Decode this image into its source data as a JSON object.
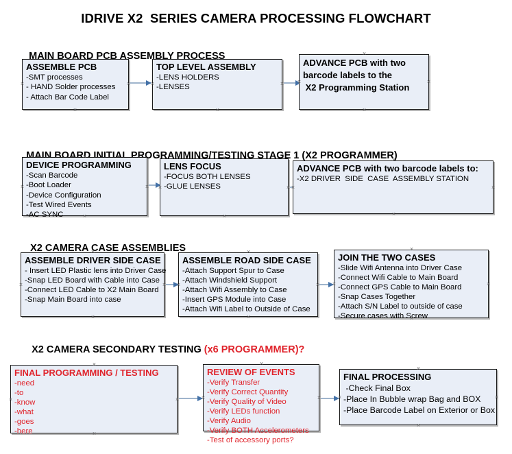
{
  "document": {
    "title": "IDRIVE X2  SERIES CAMERA PROCESSING FLOWCHART"
  },
  "sections": [
    {
      "id": "main-board-pcb-assembly",
      "heading": "MAIN BOARD PCB ASSEMBLY PROCESS",
      "heading_accent": "",
      "nodes": [
        {
          "id": "assemble-pcb",
          "title": "ASSEMBLE PCB",
          "lines": [
            "-SMT processes",
            "- HAND Solder processes",
            "- Attach Bar Code Label"
          ]
        },
        {
          "id": "top-level-assembly",
          "title": "TOP LEVEL ASSEMBLY",
          "lines": [
            "-LENS HOLDERS",
            "-LENSES"
          ]
        },
        {
          "id": "advance-pcb-x2-programming-station",
          "title": "ADVANCE PCB with two\nbarcode labels to the\n X2 Programming Station",
          "lines": []
        }
      ]
    },
    {
      "id": "main-board-initial-programming",
      "heading": "MAIN BOARD INITIAL PROGRAMMING/TESTING STAGE 1 (X2 PROGRAMMER)",
      "heading_accent": "",
      "nodes": [
        {
          "id": "device-programming",
          "title": "DEVICE PROGRAMMING",
          "lines": [
            "-Scan Barcode",
            "-Boot Loader",
            "-Device Configuration",
            "-Test Wired Events",
            "-AC SYNC"
          ]
        },
        {
          "id": "lens-focus",
          "title": "LENS FOCUS",
          "lines": [
            "-FOCUS BOTH LENSES",
            "-GLUE LENSES"
          ]
        },
        {
          "id": "advance-pcb-driver-side-case",
          "title": "ADVANCE PCB with two barcode labels to:",
          "lines": [
            "-X2 DRIVER  SIDE  CASE  ASSEMBLY STATION"
          ]
        }
      ]
    },
    {
      "id": "x2-camera-case-assemblies",
      "heading": "X2 CAMERA CASE ASSEMBLIES",
      "heading_accent": "",
      "nodes": [
        {
          "id": "assemble-driver-side-case",
          "title": "ASSEMBLE DRIVER SIDE CASE",
          "lines": [
            "- Insert LED Plastic lens into Driver Case",
            "-Snap LED Board with Cable into Case",
            "-Connect LED Cable to X2 Main Board",
            "-Snap Main Board into case"
          ]
        },
        {
          "id": "assemble-road-side-case",
          "title": "ASSEMBLE ROAD SIDE CASE",
          "lines": [
            "-Attach Support Spur to Case",
            "-Attach Windshield Support",
            "-Attach Wifi Assembly to Case",
            "-Insert GPS Module into Case",
            "-Attach Wifi Label to Outside of Case"
          ]
        },
        {
          "id": "join-the-two-cases",
          "title": "JOIN THE TWO CASES",
          "lines": [
            "-Slide Wifi Antenna into Driver Case",
            "-Connect Wifi Cable to Main Board",
            "-Connect GPS Cable to Main Board",
            "-Snap Cases Together",
            "-Attach S/N Label to outside of case",
            "-Secure cases with Screw"
          ]
        }
      ]
    },
    {
      "id": "x2-camera-secondary-testing",
      "heading": "X2 CAMERA SECONDARY TESTING ",
      "heading_accent": "(x6 PROGRAMMER)?",
      "nodes": [
        {
          "id": "final-programming-testing",
          "title": "FINAL PROGRAMMING / TESTING",
          "lines": [
            "-need",
            "-to",
            "-know",
            "-what",
            "-goes",
            "-here"
          ],
          "color": "#e0242c"
        },
        {
          "id": "review-of-events",
          "title": "REVIEW OF EVENTS",
          "lines": [
            "-Verify Transfer",
            "-Verify Correct Quantity",
            "-Verify Quality of Video",
            "-Verify LEDs function",
            "-Verify Audio",
            "-Verify BOTH Accelerometers",
            "-Test of accessory ports?"
          ],
          "color": "#e0242c"
        },
        {
          "id": "final-processing",
          "title": "FINAL PROCESSING",
          "lines": [
            " -Check Final Box",
            "-Place In Bubble wrap Bag and BOX",
            "-Place Barcode Label on Exterior or Box"
          ]
        }
      ]
    }
  ],
  "colors": {
    "node_fill": "#e9eef7",
    "node_border": "#1b1b1b",
    "connector": "#9fb4cc",
    "arrowhead": "#4472a8",
    "accent_red": "#e0242c",
    "handle": "#6f6f6f"
  }
}
